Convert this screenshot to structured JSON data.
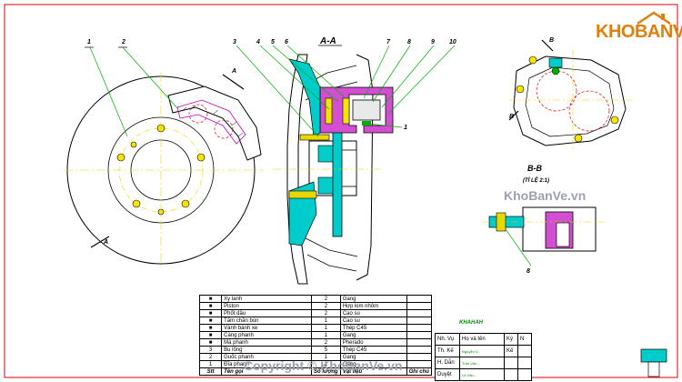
{
  "watermark": {
    "logo_text": "KHOBANVE",
    "site": "KhoBanVe.vn",
    "copyright": "Copyright © KhoBanVe.vn"
  },
  "views": {
    "section_aa_title": "A-A",
    "section_bb_title": "B-B",
    "section_bb_scale": "(TỈ LỆ 2:1)",
    "cut_mark_a": "A",
    "cut_mark_b": "B"
  },
  "callouts": [
    "1",
    "2",
    "3",
    "4",
    "5",
    "6",
    "7",
    "8",
    "9",
    "10"
  ],
  "parts_table": {
    "rows": [
      {
        "stt": "■",
        "name": "Xy lanh",
        "qty": "2",
        "material": "Gang"
      },
      {
        "stt": "■",
        "name": "Piston",
        "qty": "2",
        "material": "Hợp kim nhôm"
      },
      {
        "stt": "■",
        "name": "Phốt dầu",
        "qty": "2",
        "material": "Cao su"
      },
      {
        "stt": "■",
        "name": "Tấm chắn bùn",
        "qty": "1",
        "material": "Cao su"
      },
      {
        "stt": "■",
        "name": "Vành bánh xe",
        "qty": "1",
        "material": "Thép C45"
      },
      {
        "stt": "■",
        "name": "Càng phanh",
        "qty": "1",
        "material": "Gang"
      },
      {
        "stt": "■",
        "name": "Má phanh",
        "qty": "2",
        "material": "Pherado"
      },
      {
        "stt": "3",
        "name": "Bu lông",
        "qty": "5",
        "material": "Thép C45"
      },
      {
        "stt": "2",
        "name": "Guốc phanh",
        "qty": "1",
        "material": "Gang"
      },
      {
        "stt": "1",
        "name": "Đĩa phanh",
        "qty": "1",
        "material": "Gang"
      }
    ],
    "header": {
      "stt": "Stt",
      "name": "Tên gọi",
      "qty": "Số lượng",
      "material": "Vật liệu",
      "note": "Ghi chú"
    }
  },
  "title_block": {
    "title": "KHAHAH",
    "rows": [
      {
        "role": "Nh. Vụ",
        "name": "Họ và tên",
        "k": "Ký",
        "n": "N"
      },
      {
        "role": "Th. Kế",
        "name": "Nguyễn V...",
        "k": "Kế",
        "n": ""
      },
      {
        "role": "H. Dẫn",
        "name": "Trần Văn...",
        "k": "",
        "n": ""
      },
      {
        "role": "Duyệt",
        "name": "Lê Văn...",
        "k": "",
        "n": ""
      }
    ]
  },
  "colors": {
    "cyan": "#00cccc",
    "magenta": "#c000c0",
    "yellow_center": "#e6d800",
    "green_leader": "#00b000",
    "red_hidden": "#e00000",
    "logo_orange": "#e07f0b"
  }
}
